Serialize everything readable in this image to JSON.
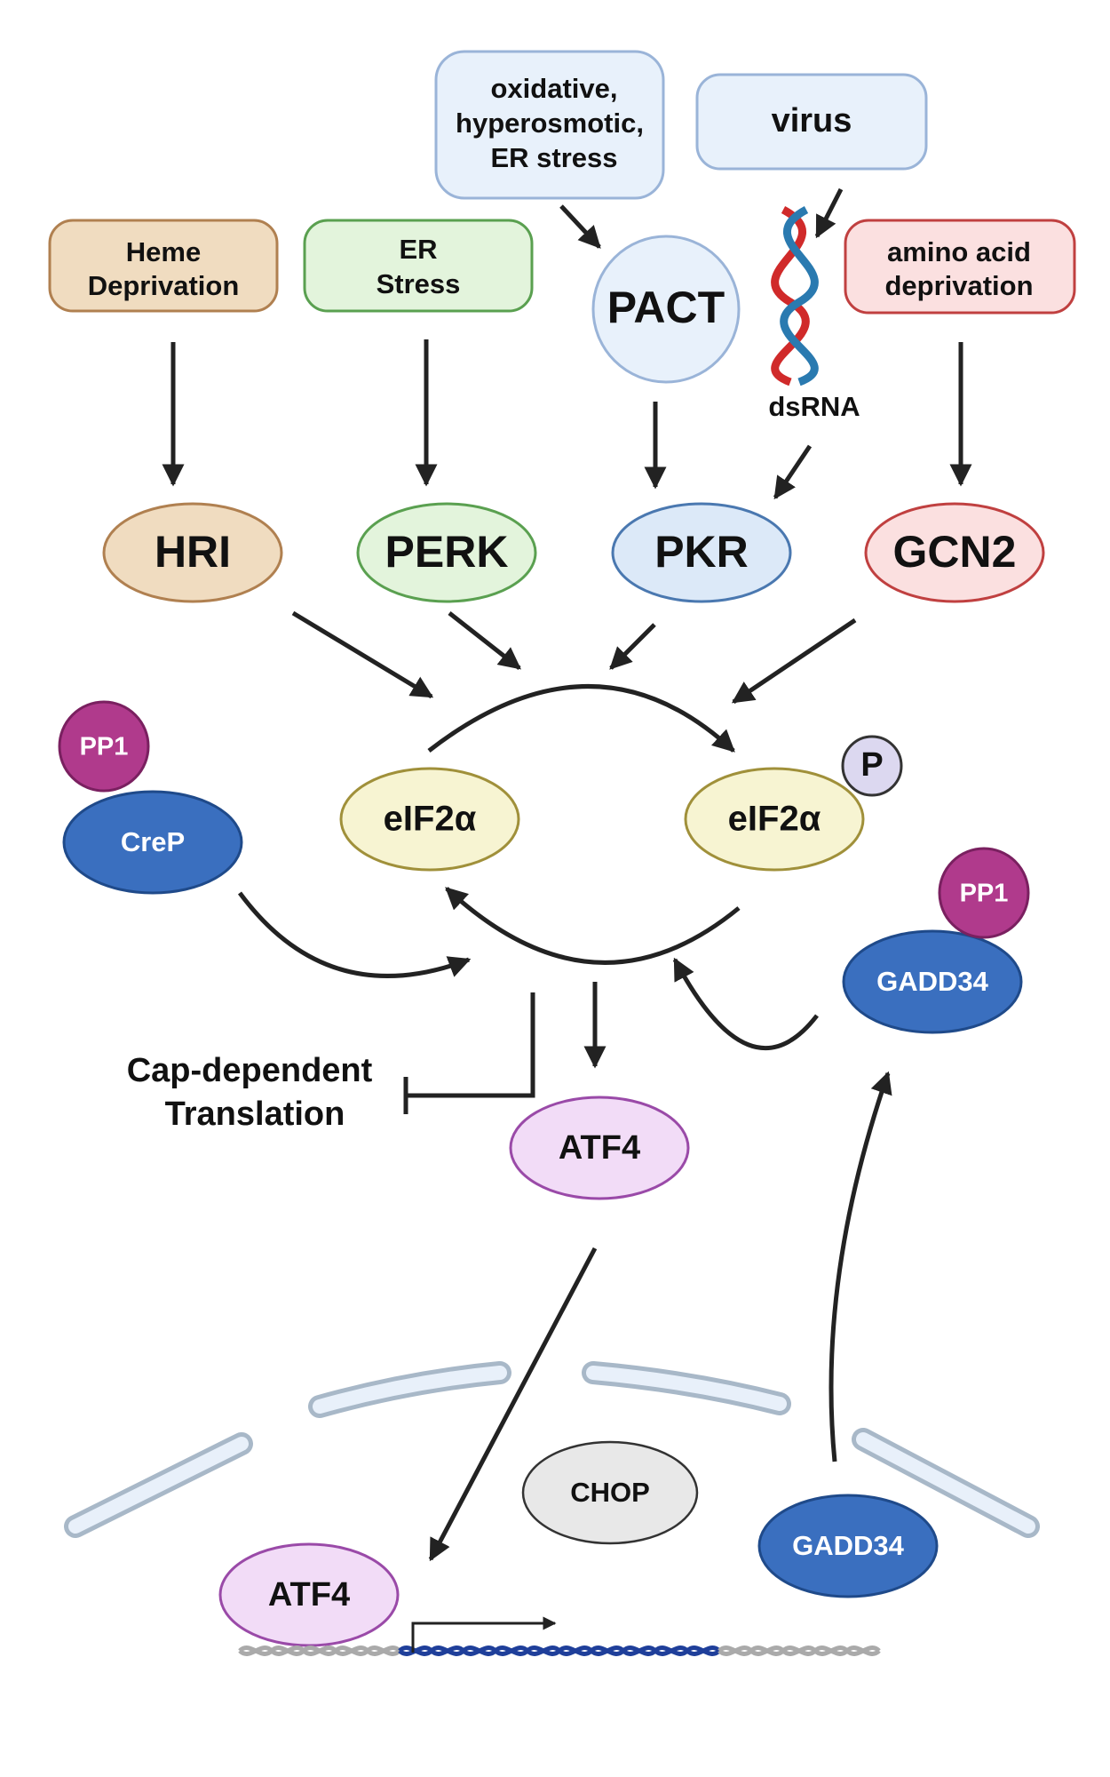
{
  "stimuli": {
    "heme": [
      "Heme",
      "Deprivation"
    ],
    "er_stress": [
      "ER",
      "Stress"
    ],
    "pact_triggers": [
      "oxidative,",
      "hyperosmotic,",
      "ER stress"
    ],
    "virus": "virus",
    "amino_acid": [
      "amino acid",
      "deprivation"
    ]
  },
  "kinases": {
    "hri": "HRI",
    "perk": "PERK",
    "pkr": "PKR",
    "gcn2": "GCN2"
  },
  "pact": "PACT",
  "dsrna": "dsRNA",
  "eif2a_left": "eIF2α",
  "eif2a_right": "eIF2α",
  "phospho": "P",
  "pp1_crep": "PP1",
  "crep": "CreP",
  "pp1_gadd34": "PP1",
  "gadd34_top": "GADD34",
  "cap_dependent": [
    "Cap-dependent",
    "Translation"
  ],
  "atf4_top": "ATF4",
  "atf4_nucleus": "ATF4",
  "chop": "CHOP",
  "gadd34_nucleus": "GADD34",
  "colors": {
    "heme_fill": "#f0dcc0",
    "heme_stroke": "#b08050",
    "er_fill": "#e3f4dc",
    "er_stroke": "#5aa050",
    "pkr_fill": "#dce9f8",
    "pkr_stroke": "#4a78b0",
    "stim_fill": "#e8f1fb",
    "stim_stroke": "#9ab4d8",
    "gcn2_fill": "#fbe0e0",
    "gcn2_stroke": "#c04040",
    "eif2_fill": "#f7f4d2",
    "eif2_stroke": "#a0903a",
    "p_fill": "#dcd8f0",
    "p_stroke": "#333333",
    "pp1_fill": "#b03a8c",
    "pp1_stroke": "#7a2060",
    "blue_fill": "#3a6fbf",
    "blue_stroke": "#1f4a8a",
    "atf4_fill": "#f2dcf7",
    "atf4_stroke": "#9a4aa8",
    "chop_fill": "#e8e8e8",
    "chop_stroke": "#333333",
    "membrane_fill": "#e8f0fa",
    "membrane_stroke": "#a8b8c8",
    "dna_red": "#d02a2a",
    "dna_blue": "#2a7ab0"
  }
}
